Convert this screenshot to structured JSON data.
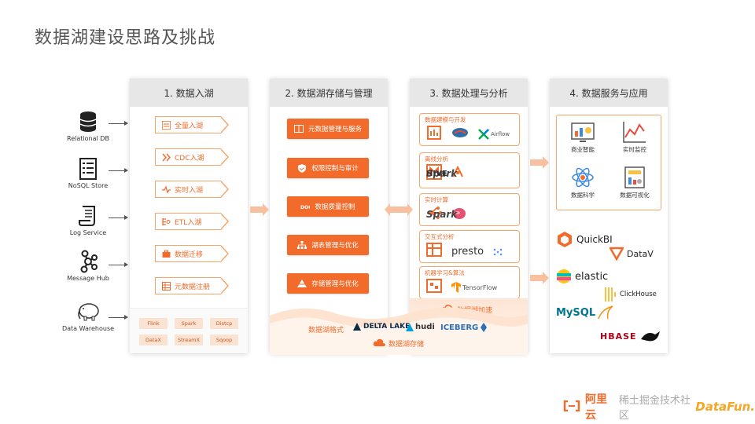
{
  "title": "数据湖建设思路及挑战",
  "sources": [
    {
      "label": "Relational DB",
      "icon": "database-icon"
    },
    {
      "label": "NoSQL Store",
      "icon": "document-list-icon"
    },
    {
      "label": "Log Service",
      "icon": "scroll-icon"
    },
    {
      "label": "Message Hub",
      "icon": "hub-icon"
    },
    {
      "label": "Data Warehouse",
      "icon": "elephant-icon"
    }
  ],
  "columns": {
    "c1": {
      "header": "1. 数据入湖",
      "items": [
        "全量入湖",
        "CDC入湖",
        "实时入湖",
        "ETL入湖",
        "数据迁移",
        "元数据注册"
      ],
      "tools": [
        "Flink",
        "Spark",
        "Distcp",
        "DataX",
        "StreamX",
        "Sqoop"
      ]
    },
    "c2": {
      "header": "2. 数据湖存储与管理",
      "items": [
        "元数据管理与服务",
        "权限控制与审计",
        "数据质量控制",
        "湖表管理与优化",
        "存储管理与优化"
      ],
      "format_label": "数据湖格式",
      "formats": [
        "DELTA LAKE",
        "hudi",
        "ICEBERG"
      ],
      "storage_label": "数据湖存储"
    },
    "c3": {
      "header": "3. 数据处理与分析",
      "panels": [
        {
          "title": "数据建模与开发",
          "logos": [
            "Airflow"
          ]
        },
        {
          "title": "离线分析",
          "logos": [
            "Spark",
            "HIVE"
          ]
        },
        {
          "title": "实时计算",
          "logos": [
            "Spark"
          ]
        },
        {
          "title": "交互式分析",
          "logos": [
            "presto"
          ]
        },
        {
          "title": "机器学习&算法",
          "logos": [
            "TensorFlow"
          ]
        }
      ],
      "accel_label": "数据湖加速"
    },
    "c4": {
      "header": "4. 数据服务与应用",
      "services": [
        "商业智能",
        "实时监控",
        "数据科学",
        "数据可视化"
      ],
      "products": [
        "QuickBI",
        "DataV",
        "elastic",
        "ClickHouse",
        "MySQL",
        "HBASE"
      ]
    }
  },
  "footer": {
    "brand": "阿里云",
    "watermark": "稀土掘金技术社区",
    "partner": "DataFun."
  },
  "colors": {
    "accent": "#f26b2a",
    "light": "#fbe3d3",
    "header": "#e7e7e7"
  }
}
